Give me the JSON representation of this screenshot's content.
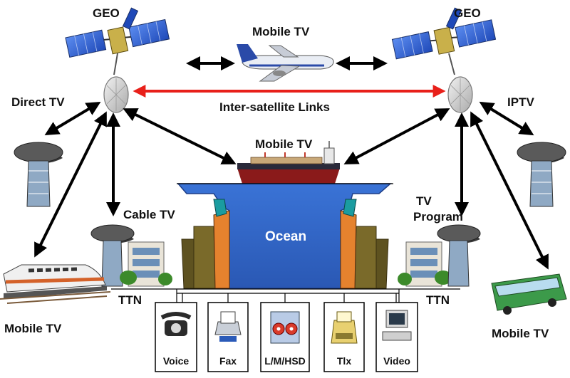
{
  "labels": {
    "geo_left": "GEO",
    "geo_right": "GEO",
    "mobile_tv_top": "Mobile TV",
    "inter_satellite": "Inter-satellite Links",
    "direct_tv": "Direct TV",
    "iptv": "IPTV",
    "mobile_tv_ship": "Mobile TV",
    "cable_tv": "Cable TV",
    "tv_program_line1": "TV",
    "tv_program_line2": "Program",
    "ocean": "Ocean",
    "ttn_left": "TTN",
    "ttn_right": "TTN",
    "mobile_tv_train": "Mobile TV",
    "mobile_tv_bus": "Mobile TV"
  },
  "services": [
    "Voice",
    "Fax",
    "L/M/HSD",
    "Tlx",
    "Video"
  ],
  "colors": {
    "inter_satellite_link": "#e8201a",
    "arrow": "#000000",
    "ocean": "#2f65c8",
    "ocean_edge": "#1e3f88",
    "solar_panel": "#2b5fd6",
    "land": "#7a6a2a",
    "cliff_orange": "#e5822e",
    "cliff_teal": "#1a9ca0"
  },
  "icons": [
    "satellite-icon",
    "airplane-icon",
    "ship-icon",
    "dish-antenna-icon",
    "building-icon",
    "train-icon",
    "bus-icon",
    "telephone-icon",
    "fax-icon",
    "tape-drive-icon",
    "telex-icon",
    "computer-icon"
  ]
}
